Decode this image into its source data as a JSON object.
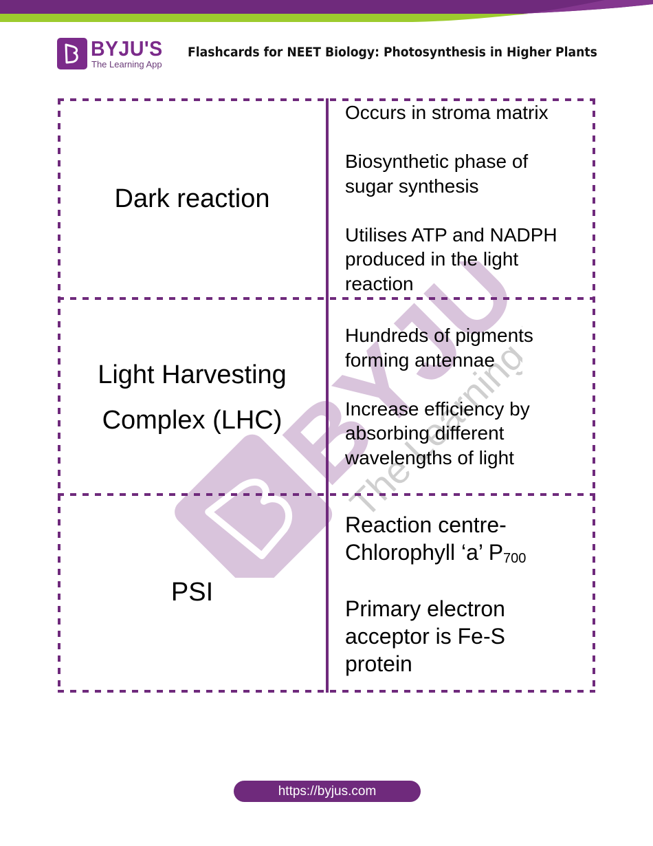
{
  "colors": {
    "brand_purple": "#6f2a7c",
    "brand_green": "#9dcb2e",
    "text": "#000000"
  },
  "header": {
    "logo": {
      "wordmark": "BYJU'S",
      "tagline": "The Learning App",
      "icon": "byjus-b-logo-icon"
    },
    "title": "Flashcards for NEET Biology: Photosynthesis in Higher Plants"
  },
  "watermark": {
    "wordmark": "BYJU'S",
    "tagline": "The Learning App"
  },
  "cards": [
    {
      "term": "Dark reaction",
      "points": [
        "Occurs in stroma matrix",
        "Biosynthetic phase of sugar synthesis",
        "Utilises ATP and NADPH produced in the light reaction"
      ],
      "lines": [
        [
          "Occurs in stroma matrix"
        ],
        [
          "Biosynthetic phase of",
          "sugar synthesis"
        ],
        [
          "Utilises ATP and NADPH",
          "produced in the light",
          "reaction"
        ]
      ]
    },
    {
      "term_lines": [
        "Light Harvesting",
        "Complex (LHC)"
      ],
      "term": "Light Harvesting Complex (LHC)",
      "lines": [
        [
          "Hundreds of pigments",
          "forming antennae"
        ],
        [
          "Increase efficiency by",
          "absorbing different",
          "wavelengths of light"
        ]
      ]
    },
    {
      "term": "PSI",
      "lines": [
        [
          "Reaction centre-",
          "Chlorophyll ‘a’ P"
        ],
        [
          "Primary electron",
          "acceptor is Fe-S",
          "protein"
        ]
      ],
      "subscript": "700"
    }
  ],
  "footer": {
    "url": "https://byjus.com"
  }
}
